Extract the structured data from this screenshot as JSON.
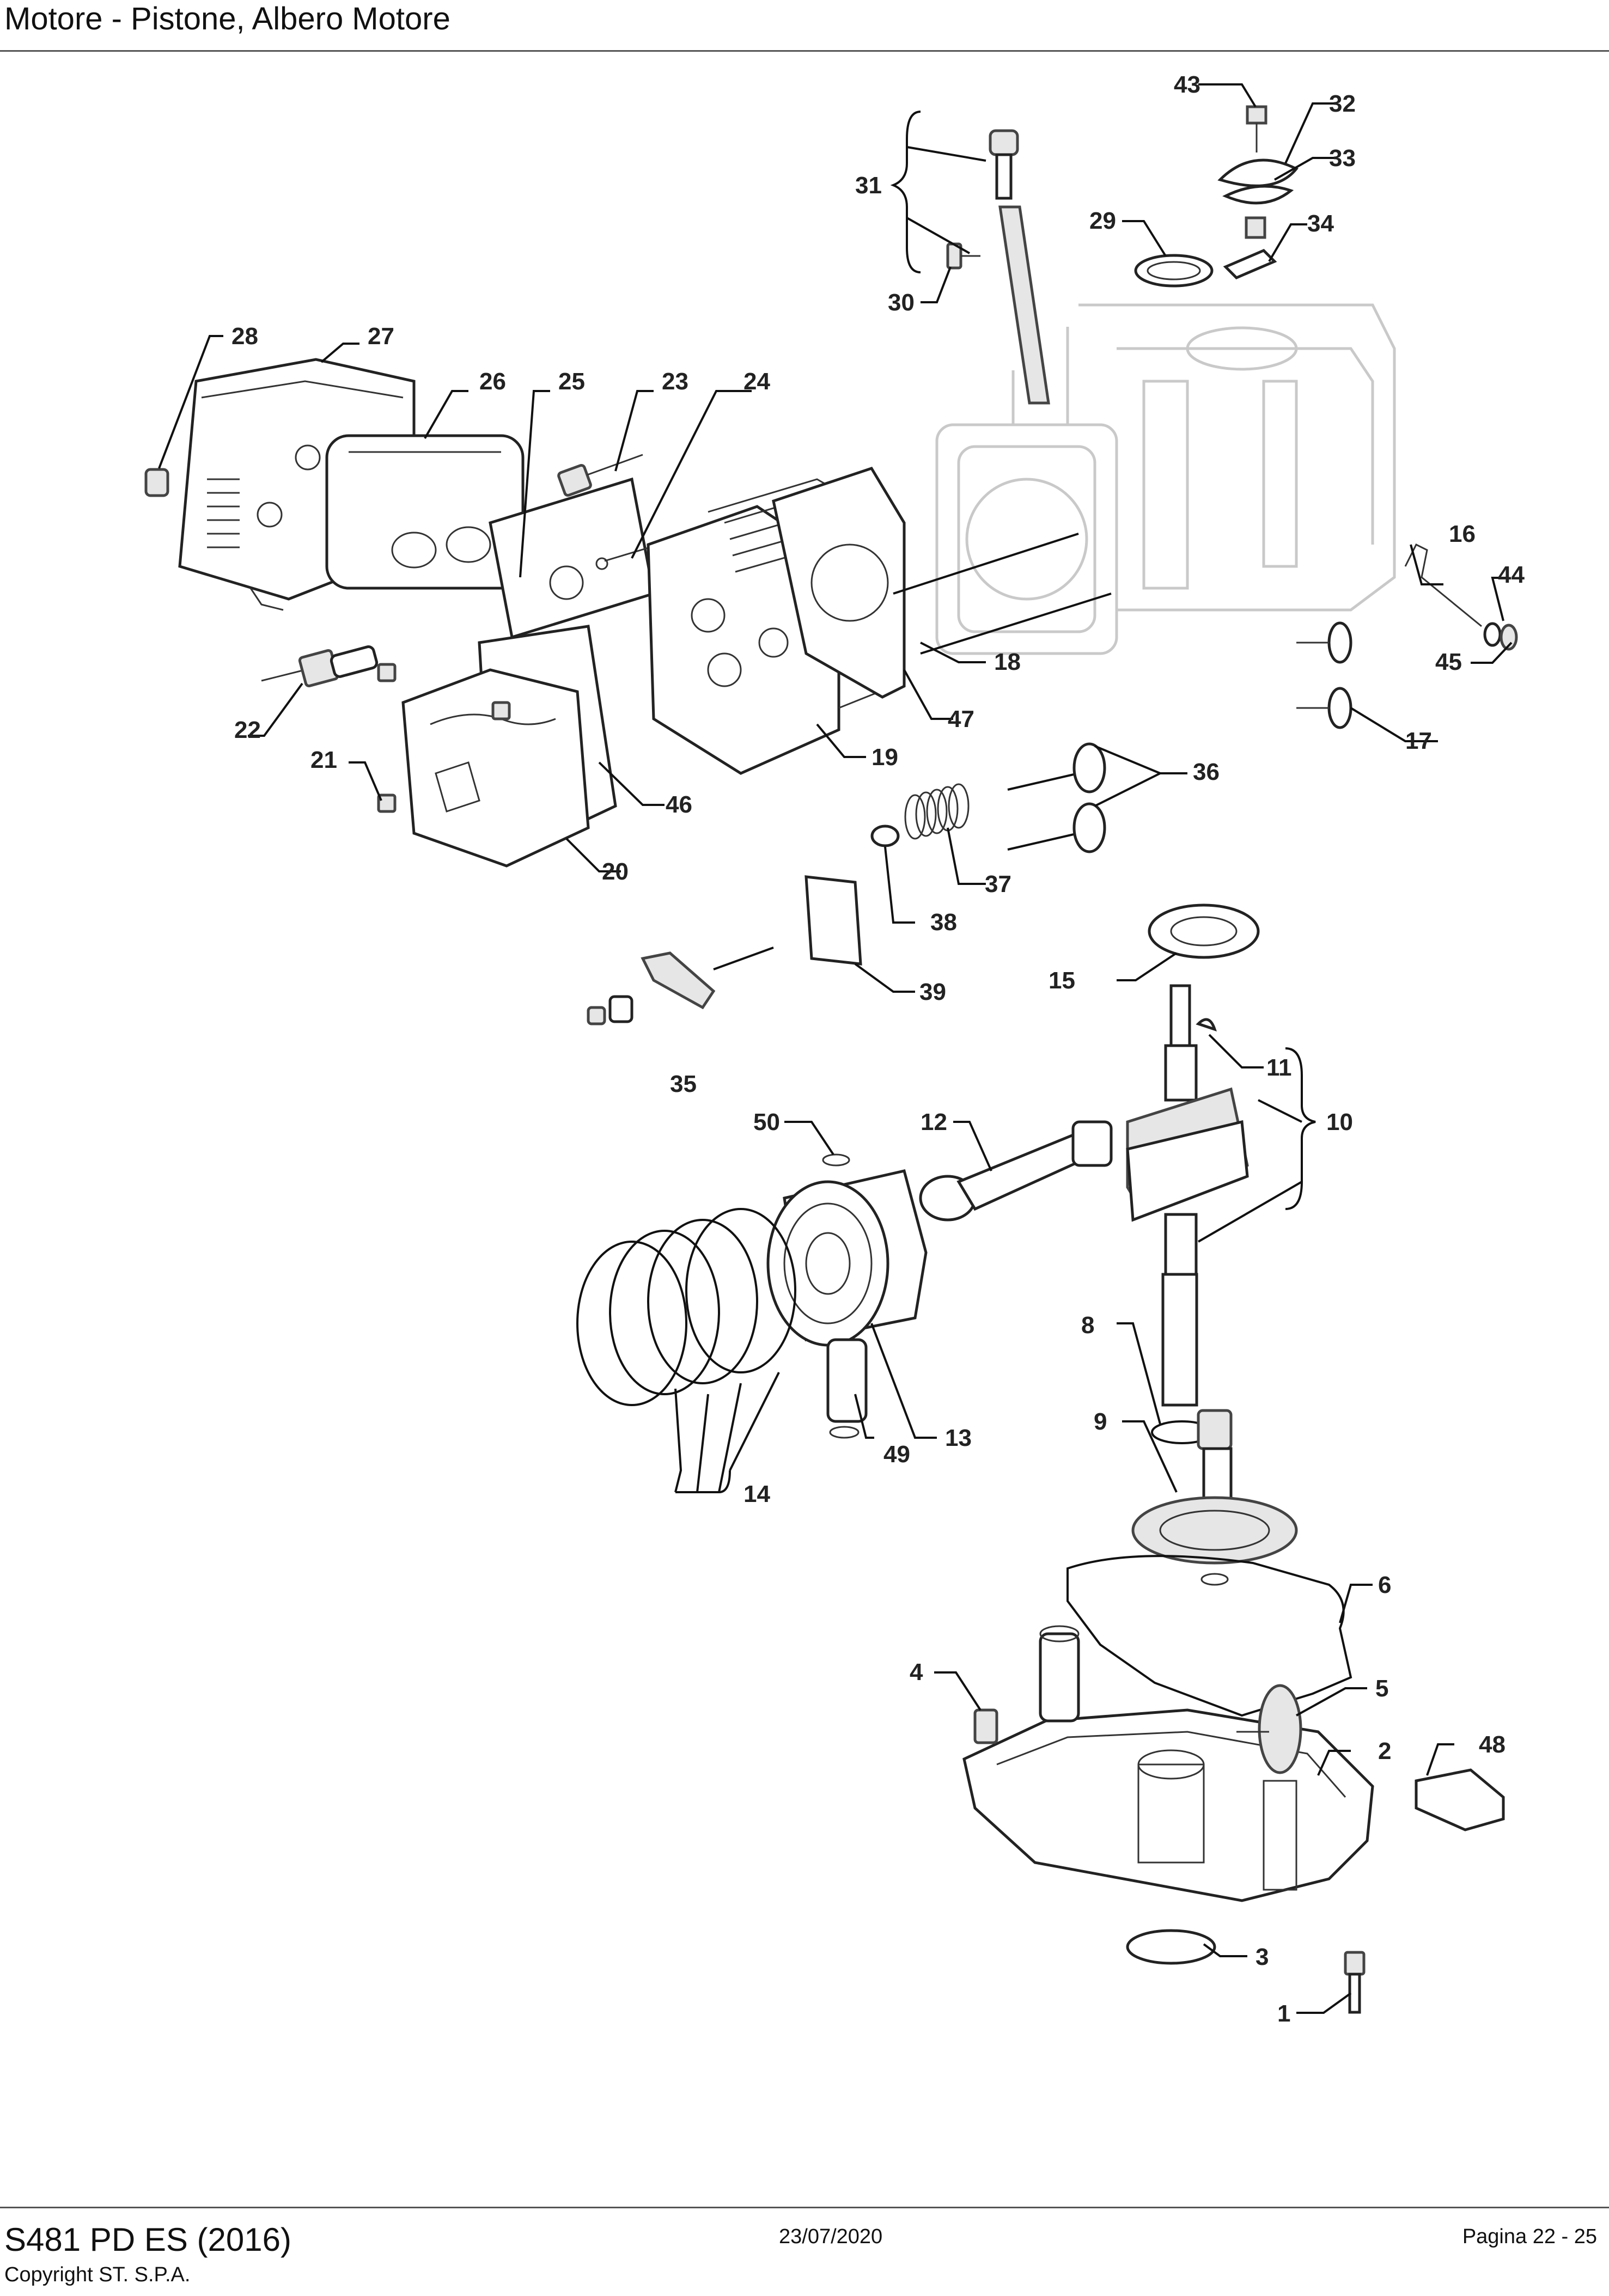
{
  "header": {
    "title": "Motore - Pistone, Albero Motore"
  },
  "footer": {
    "model": "S481 PD ES (2016)",
    "copyright": "Copyright ST. S.P.A.",
    "date": "23/07/2020",
    "page": "Pagina 22 - 25"
  },
  "callouts": {
    "c1": "1",
    "c2": "2",
    "c3": "3",
    "c4": "4",
    "c5": "5",
    "c6": "6",
    "c8": "8",
    "c9": "9",
    "c10": "10",
    "c11": "11",
    "c12": "12",
    "c13": "13",
    "c14": "14",
    "c15": "15",
    "c16": "16",
    "c17": "17",
    "c18": "18",
    "c19": "19",
    "c20": "20",
    "c21": "21",
    "c22": "22",
    "c23": "23",
    "c24": "24",
    "c25": "25",
    "c26": "26",
    "c27": "27",
    "c28": "28",
    "c29": "29",
    "c30": "30",
    "c31": "31",
    "c32": "32",
    "c33": "33",
    "c34": "34",
    "c35": "35",
    "c36": "36",
    "c37": "37",
    "c38": "38",
    "c39": "39",
    "c43": "43",
    "c44": "44",
    "c45": "45",
    "c46": "46",
    "c47": "47",
    "c48": "48",
    "c49": "49",
    "c50": "50"
  }
}
